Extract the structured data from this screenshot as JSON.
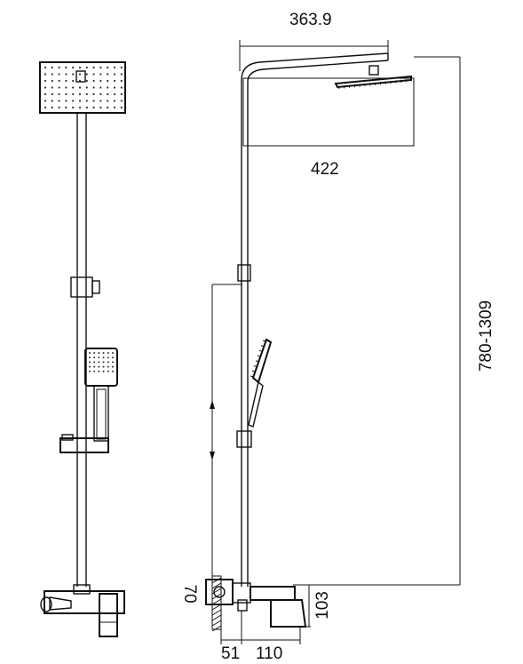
{
  "dimensions": {
    "arm_length": "363.9",
    "head_width": "422",
    "height_range": "780-1309",
    "mixer_height": "103",
    "wall_offset": "70",
    "inlet_depth": "51",
    "outlet_depth": "110"
  },
  "icons": {
    "nozzle_dot": "circle"
  }
}
